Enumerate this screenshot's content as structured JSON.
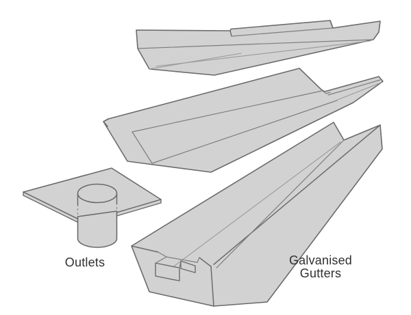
{
  "figure": {
    "background_color": "#ffffff",
    "part_fill_color": "#d2d2d3",
    "line_color": "#6a6a6a",
    "fold_line_color": "#9a9a9a",
    "label_color": "#2f2f2f",
    "labels": {
      "outlets": "Outlets",
      "galvanised_gutters_line1": "Galvanised",
      "galvanised_gutters_line2": "Gutters"
    },
    "components": [
      "box-gutter-profile",
      "valley-gutter-profile",
      "tapered-box-gutter-with-joint-notch",
      "drop-outlet-with-pipe"
    ]
  }
}
